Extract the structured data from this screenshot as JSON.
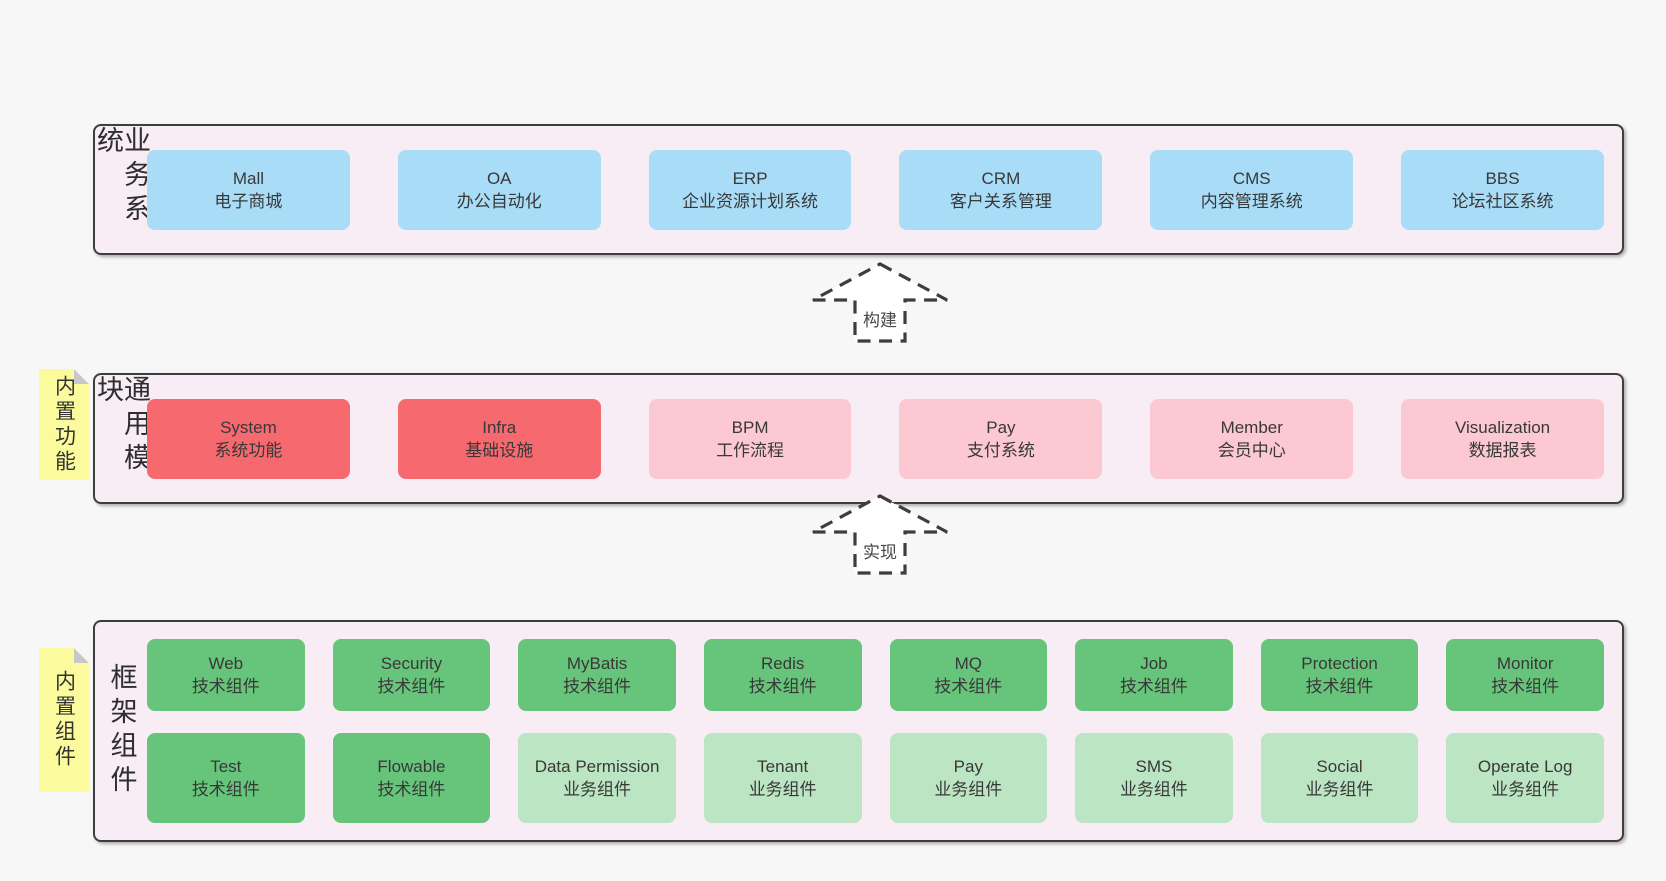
{
  "colors": {
    "page_bg": "#f7f7f7",
    "band_bg": "#f8ecf5",
    "band_border": "#3e3e3e",
    "blue_box": "#a9dcf7",
    "red_box": "#f5696f",
    "pink_box": "#fcc9d2",
    "green_box": "#66c57a",
    "light_green_box": "#bce5c3",
    "sticky_yellow": "#fbfb9e",
    "sticky_fold": "#c8c8c8",
    "text": "#3a3a3a"
  },
  "bands": {
    "business": {
      "title": "业务系统",
      "items": [
        {
          "name": "Mall",
          "desc": "电子商城"
        },
        {
          "name": "OA",
          "desc": "办公自动化"
        },
        {
          "name": "ERP",
          "desc": "企业资源计划系统"
        },
        {
          "name": "CRM",
          "desc": "客户关系管理"
        },
        {
          "name": "CMS",
          "desc": "内容管理系统"
        },
        {
          "name": "BBS",
          "desc": "论坛社区系统"
        }
      ]
    },
    "modules": {
      "title": "通用模块",
      "sticky": "内置功能",
      "items": [
        {
          "name": "System",
          "desc": "系统功能"
        },
        {
          "name": "Infra",
          "desc": "基础设施"
        },
        {
          "name": "BPM",
          "desc": "工作流程"
        },
        {
          "name": "Pay",
          "desc": "支付系统"
        },
        {
          "name": "Member",
          "desc": "会员中心"
        },
        {
          "name": "Visualization",
          "desc": "数据报表"
        }
      ]
    },
    "components": {
      "title": "框架组件",
      "sticky": "内置组件",
      "row1": [
        {
          "name": "Web",
          "desc": "技术组件"
        },
        {
          "name": "Security",
          "desc": "技术组件"
        },
        {
          "name": "MyBatis",
          "desc": "技术组件"
        },
        {
          "name": "Redis",
          "desc": "技术组件"
        },
        {
          "name": "MQ",
          "desc": "技术组件"
        },
        {
          "name": "Job",
          "desc": "技术组件"
        },
        {
          "name": "Protection",
          "desc": "技术组件"
        },
        {
          "name": "Monitor",
          "desc": "技术组件"
        }
      ],
      "row2": [
        {
          "name": "Test",
          "desc": "技术组件"
        },
        {
          "name": "Flowable",
          "desc": "技术组件"
        },
        {
          "name": "Data Permission",
          "desc": "业务组件"
        },
        {
          "name": "Tenant",
          "desc": "业务组件"
        },
        {
          "name": "Pay",
          "desc": "业务组件"
        },
        {
          "name": "SMS",
          "desc": "业务组件"
        },
        {
          "name": "Social",
          "desc": "业务组件"
        },
        {
          "name": "Operate Log",
          "desc": "业务组件"
        }
      ]
    }
  },
  "arrows": [
    {
      "label": "构建"
    },
    {
      "label": "实现"
    }
  ]
}
